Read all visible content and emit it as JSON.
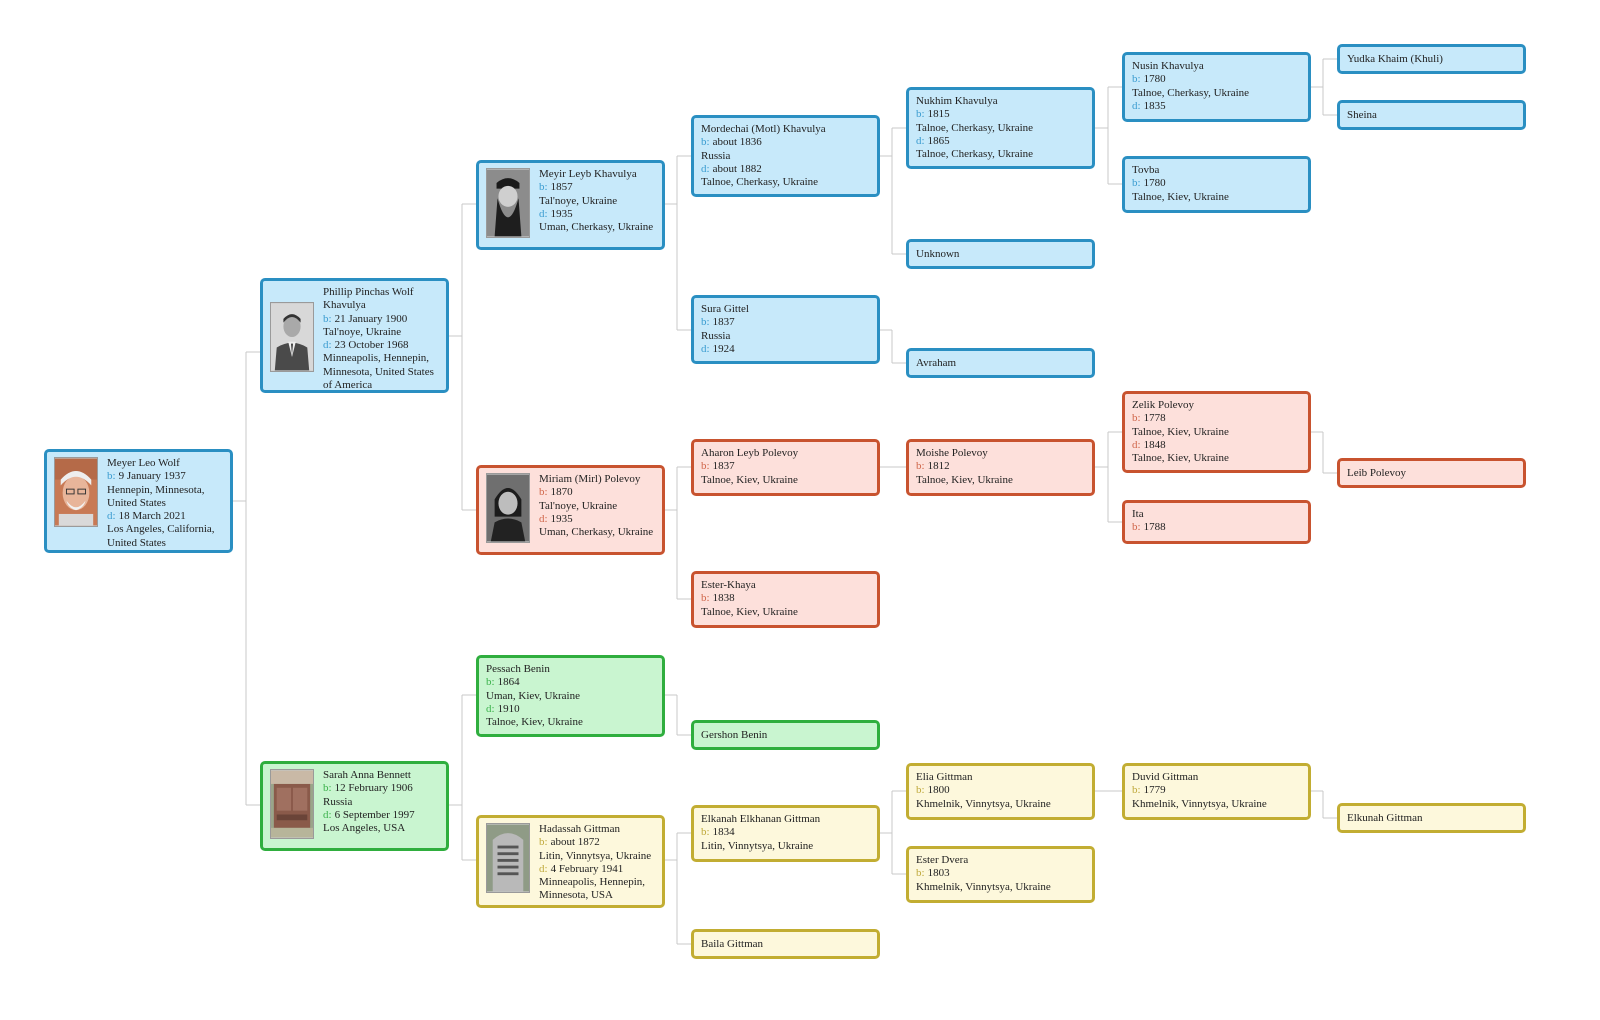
{
  "colors": {
    "paternal": "#2a8fc2",
    "maternal_paternal": "#c8532f",
    "maternal": "#2fae3e",
    "maternal_maternal": "#c2ad32",
    "connector": "#c9c9c9"
  },
  "labels": {
    "born": "b:",
    "died": "d:"
  },
  "people": {
    "meyer_leo_wolf": {
      "name": "Meyer Leo Wolf",
      "birth_date": "9 January 1937",
      "birth_place_1": "Hennepin, Minnesota,",
      "birth_place_2": "United States",
      "death_date": "18 March 2021",
      "death_place_1": "Los Angeles, California,",
      "death_place_2": "United States",
      "photo": "elderly-man-portrait"
    },
    "phillip_pinchas_wolf_khavulya": {
      "name_1": "Phillip Pinchas Wolf",
      "name_2": "Khavulya",
      "birth_date": "21 January 1900",
      "birth_place": "Tal'noye, Ukraine",
      "death_date": "23 October 1968",
      "death_place_1": "Minneapolis, Hennepin,",
      "death_place_2": "Minnesota, United States",
      "death_place_3": "of America",
      "photo": "man-in-suit-portrait"
    },
    "sarah_anna_bennett": {
      "name": "Sarah Anna Bennett",
      "birth_date": "12 February 1906",
      "birth_place": "Russia",
      "death_date": "6 September 1997",
      "death_place": "Los Angeles, USA",
      "photo": "gravestone-photo"
    },
    "meyir_leyb_khavulya": {
      "name": "Meyir Leyb Khavulya",
      "birth_date": "1857",
      "birth_place": "Tal'noye, Ukraine",
      "death_date": "1935",
      "death_place": "Uman, Cherkasy, Ukraine",
      "photo": "bearded-man-portrait"
    },
    "miriam_mirl_polevoy": {
      "name": "Miriam (Mirl) Polevoy",
      "birth_date": "1870",
      "birth_place": "Tal'noye, Ukraine",
      "death_date": "1935",
      "death_place": "Uman, Cherkasy, Ukraine",
      "photo": "woman-portrait"
    },
    "pessach_benin": {
      "name": "Pessach Benin",
      "birth_date": "1864",
      "birth_place": "Uman, Kiev, Ukraine",
      "death_date": "1910",
      "death_place": "Talnoe, Kiev, Ukraine"
    },
    "hadassah_gittman": {
      "name": "Hadassah Gittman",
      "birth_date": "about 1872",
      "birth_place": "Litin, Vinnytsya, Ukraine",
      "death_date": "4 February 1941",
      "death_place_1": "Minneapolis, Hennepin,",
      "death_place_2": "Minnesota, USA",
      "photo": "headstone-photo"
    },
    "mordechai_motl_khavulya": {
      "name": "Mordechai (Motl) Khavulya",
      "birth_date": "about 1836",
      "birth_place": "Russia",
      "death_date": "about 1882",
      "death_place": "Talnoe, Cherkasy, Ukraine"
    },
    "sura_gittel": {
      "name": "Sura Gittel",
      "birth_date": "1837",
      "birth_place": "Russia",
      "death_date": "1924"
    },
    "aharon_leyb_polevoy": {
      "name": "Aharon Leyb Polevoy",
      "birth_date": "1837",
      "birth_place": "Talnoe, Kiev, Ukraine"
    },
    "ester_khaya": {
      "name": "Ester-Khaya",
      "birth_date": "1838",
      "birth_place": "Talnoe, Kiev, Ukraine"
    },
    "gershon_benin": {
      "name": "Gershon Benin"
    },
    "elkanah_elkhanan_gittman": {
      "name": "Elkanah Elkhanan Gittman",
      "birth_date": "1834",
      "birth_place": "Litin, Vinnytsya, Ukraine"
    },
    "baila_gittman": {
      "name": "Baila Gittman"
    },
    "nukhim_khavulya": {
      "name": "Nukhim Khavulya",
      "birth_date": "1815",
      "birth_place": "Talnoe, Cherkasy, Ukraine",
      "death_date": "1865",
      "death_place": "Talnoe, Cherkasy, Ukraine"
    },
    "unknown": {
      "name": "Unknown"
    },
    "avraham": {
      "name": "Avraham"
    },
    "moishe_polevoy": {
      "name": "Moishe Polevoy",
      "birth_date": "1812",
      "birth_place": "Talnoe, Kiev, Ukraine"
    },
    "elia_gittman": {
      "name": "Elia Gittman",
      "birth_date": "1800",
      "birth_place": "Khmelnik, Vinnytsya, Ukraine"
    },
    "ester_dvera": {
      "name": "Ester Dvera",
      "birth_date": "1803",
      "birth_place": "Khmelnik, Vinnytsya, Ukraine"
    },
    "nusin_khavulya": {
      "name": "Nusin Khavulya",
      "birth_date": "1780",
      "birth_place": "Talnoe, Cherkasy, Ukraine",
      "death_date": "1835"
    },
    "tovba": {
      "name": "Tovba",
      "birth_date": "1780",
      "birth_place": "Talnoe, Kiev, Ukraine"
    },
    "zelik_polevoy": {
      "name": "Zelik Polevoy",
      "birth_date": "1778",
      "birth_place": "Talnoe, Kiev, Ukraine",
      "death_date": "1848",
      "death_place": "Talnoe, Kiev, Ukraine"
    },
    "ita": {
      "name": "Ita",
      "birth_date": "1788"
    },
    "duvid_gittman": {
      "name": "Duvid Gittman",
      "birth_date": "1779",
      "birth_place": "Khmelnik, Vinnytsya, Ukraine"
    },
    "yudka_khaim_khuli": {
      "name": "Yudka Khaim (Khuli)"
    },
    "sheina": {
      "name": "Sheina"
    },
    "leib_polevoy": {
      "name": "Leib Polevoy"
    },
    "elkunah_gittman": {
      "name": "Elkunah Gittman"
    }
  }
}
